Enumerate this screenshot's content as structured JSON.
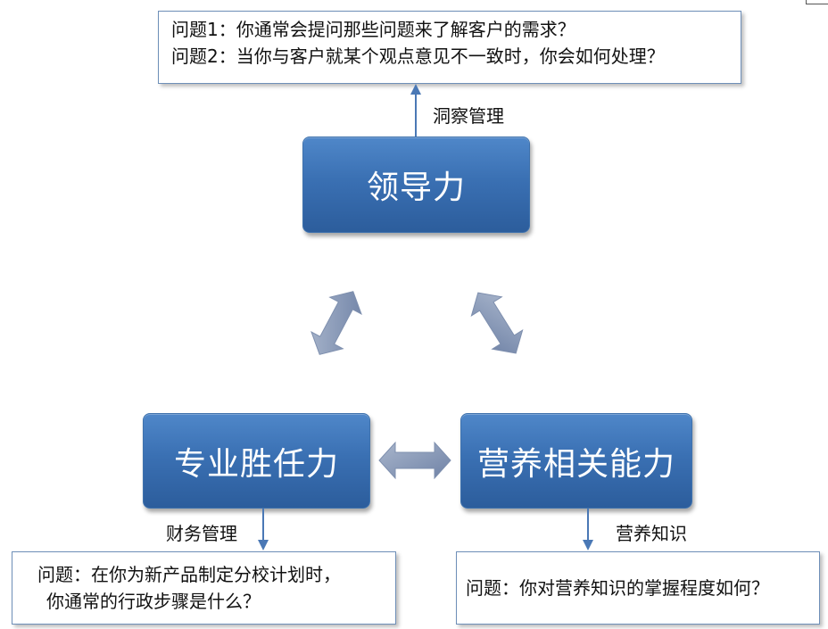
{
  "top_questions": {
    "q1": "问题1：你通常会提问那些问题来了解客户的需求？",
    "q2": "问题2：当你与客户就某个观点意见不一致时，你会如何处理？"
  },
  "nodes": {
    "leadership": "领导力",
    "professional": "专业胜任力",
    "nutrition": "营养相关能力"
  },
  "connector_labels": {
    "insight": "洞察管理",
    "finance": "财务管理",
    "nutrition_knowledge": "营养知识"
  },
  "left_question": {
    "line1": "问题：在你为新产品制定分校计划时，",
    "line2": "你通常的行政步骤是什么？"
  },
  "right_question": {
    "line1": "问题：你对营养知识的掌握程度如何？"
  },
  "colors": {
    "box": "#3a70b3",
    "double_arrow": "#8fa0bd",
    "connector": "#4a78b5",
    "question_border": "#6e8fb8"
  }
}
